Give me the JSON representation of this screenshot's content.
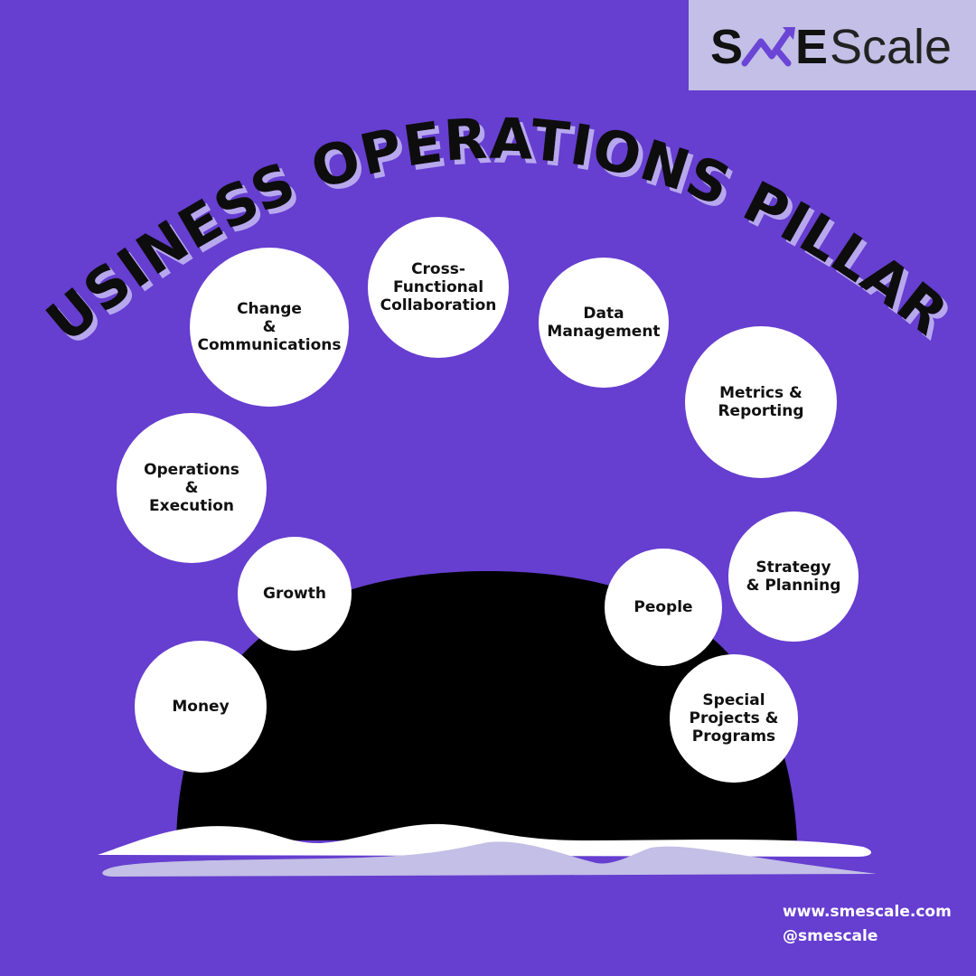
{
  "brand": {
    "logo_text_bold": "SME",
    "logo_text_light": "Scale",
    "accent": "#6b45d6",
    "background": "#663ed0",
    "logo_bg": "#c3bfe6"
  },
  "title": "BUSINESS OPERATIONS PILLARS",
  "pillars": [
    {
      "label": "Change\n&\nCommunications"
    },
    {
      "label": "Cross-\nFunctional\nCollaboration"
    },
    {
      "label": "Data\nManagement"
    },
    {
      "label": "Metrics &\nReporting"
    },
    {
      "label": "Operations\n&\nExecution"
    },
    {
      "label": "Growth"
    },
    {
      "label": "Strategy\n& Planning"
    },
    {
      "label": "People"
    },
    {
      "label": "Money"
    },
    {
      "label": "Special\nProjects &\nPrograms"
    }
  ],
  "footer": {
    "website": "www.smescale.com",
    "handle": "@smescale"
  }
}
